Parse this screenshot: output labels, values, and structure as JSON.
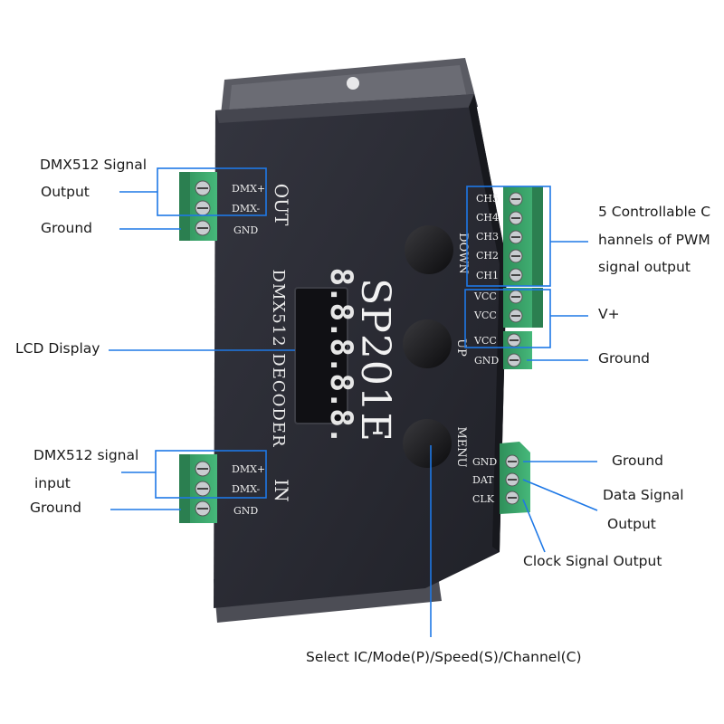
{
  "device": {
    "model": "SP201E",
    "subtitle": "DMX512 DECODER",
    "display_digits": "8.8.8.8.8.",
    "out_label": "OUT",
    "in_label": "IN",
    "buttons": {
      "down": "DOWN",
      "up": "UP",
      "menu": "MENU"
    },
    "terminal_labels": {
      "out_dmx_plus": "DMX+",
      "out_dmx_minus": "DMX-",
      "out_gnd": "GND",
      "in_dmx_plus": "DMX+",
      "in_dmx_minus": "DMX-",
      "in_gnd": "GND",
      "ch5": "CH5",
      "ch4": "CH4",
      "ch3": "CH3",
      "ch2": "CH2",
      "ch1": "CH1",
      "vcc1": "VCC",
      "vcc2": "VCC",
      "vcc3": "VCC",
      "gnd_pwr": "GND",
      "gnd_sig": "GND",
      "dat": "DAT",
      "clk": "CLK"
    }
  },
  "annotations": {
    "dmx_out_line1": "DMX512 Signal",
    "dmx_out_line2": "Output",
    "ground_out": "Ground",
    "lcd": "LCD Display",
    "dmx_in_line1": "DMX512 signal",
    "dmx_in_line2": "input",
    "ground_in": "Ground",
    "channels_line1": "5 Controllable C",
    "channels_line2": "hannels of PWM",
    "channels_line3": "signal output",
    "vplus": "V+",
    "ground_pwr": "Ground",
    "ground_sig": "Ground",
    "data_line1": "Data Signal",
    "data_line2": "Output",
    "clock": "Clock Signal Output",
    "buttons": "Select IC/Mode(P)/Speed(S)/Channel(C)"
  },
  "colors": {
    "annotation_line": "#1e78e6",
    "device_body": "#2a2b34",
    "terminal_green": "#3aa56b",
    "label_text": "#ececec"
  }
}
